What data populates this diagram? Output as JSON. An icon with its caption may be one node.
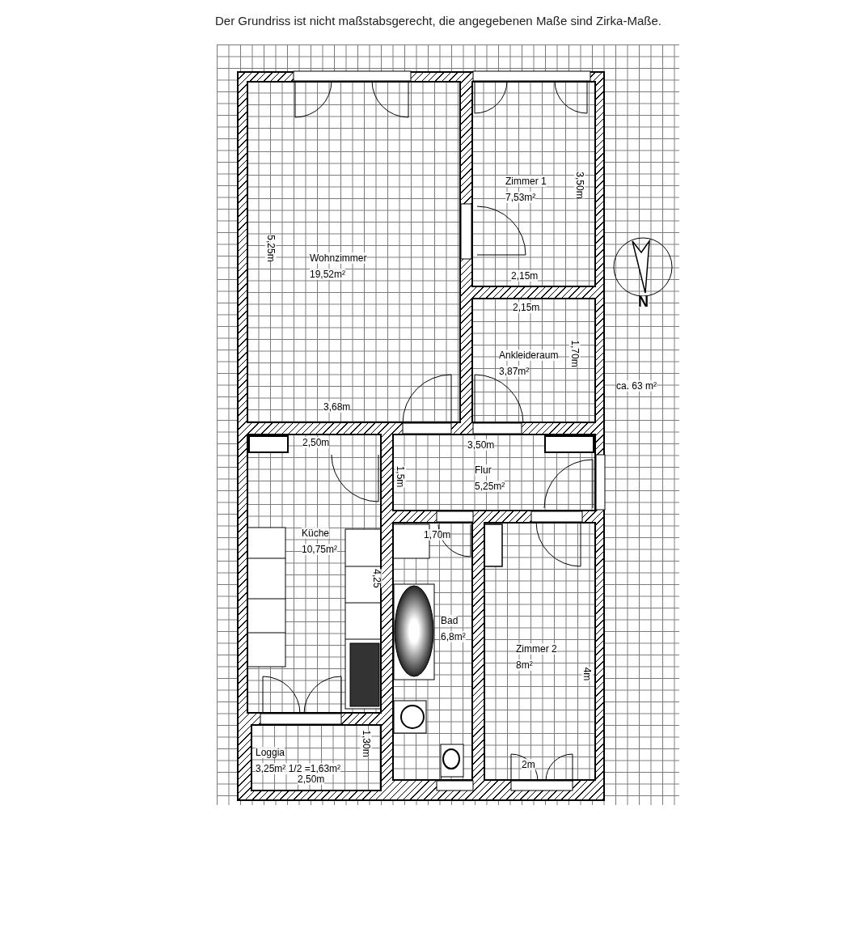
{
  "diagram": {
    "title": "Der Grundriss ist nicht maßstabsgerecht, die angegebenen Maße sind Zirka-Maße.",
    "nodes": [
      {
        "text": [
          "Wohnzimmer",
          "19,52m²"
        ]
      },
      {
        "text": [
          "Zimmer 1",
          "7,53m²"
        ]
      },
      {
        "text": [
          "Ankleideraum",
          "3,87m²"
        ]
      },
      {
        "text": [
          "Flur",
          "5,25m²"
        ]
      },
      {
        "text": [
          "Küche",
          "10,75m²"
        ]
      },
      {
        "text": [
          "Bad",
          "6,8m²"
        ]
      },
      {
        "text": [
          "Zimmer 2",
          "8m²"
        ]
      },
      {
        "text": [
          "Loggia",
          "3,25m² 1/2 =1,63m²"
        ]
      }
    ],
    "labels": [
      "3,50m",
      "5,25m",
      "2,15m",
      "N",
      "2,15m",
      "1,70m",
      "ca. 63 m²",
      "3,68m",
      "2,50m",
      "3,50m",
      "1,5m",
      "1,70m",
      "4,25",
      "4m",
      "1,30m",
      "2m",
      "2,50m"
    ]
  }
}
